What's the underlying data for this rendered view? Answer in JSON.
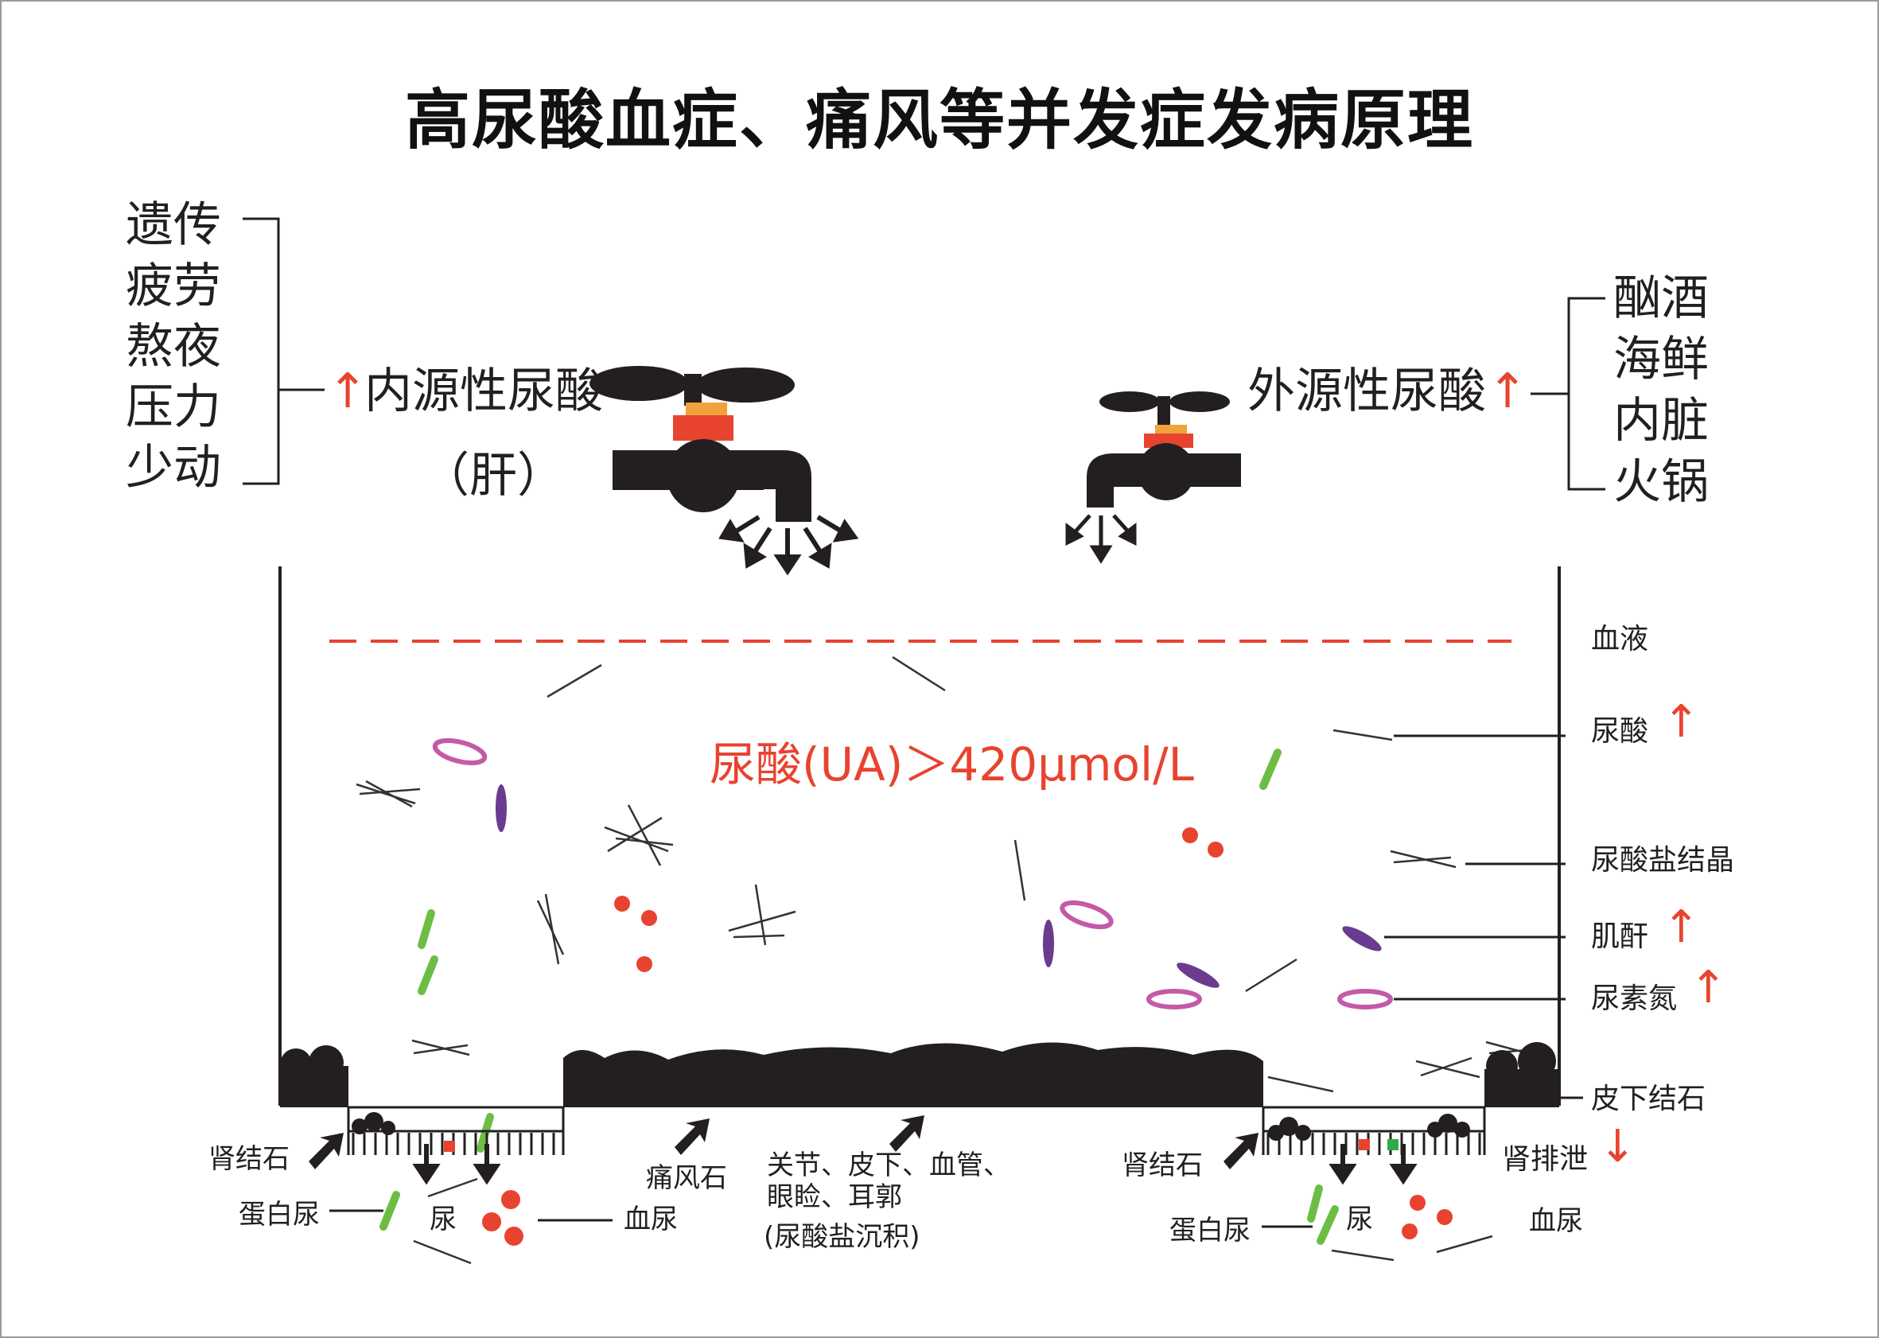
{
  "title": "高尿酸血症、痛风等并发症发病原理",
  "left": {
    "factors": [
      "遗传",
      "疲劳",
      "熬夜",
      "压力",
      "少动"
    ],
    "source": "内源性尿酸",
    "organ": "（肝）",
    "arrow": "↑"
  },
  "right": {
    "foods": [
      "酗酒",
      "海鲜",
      "内脏",
      "火锅"
    ],
    "source": "外源性尿酸",
    "arrow": "↑"
  },
  "threshold": "尿酸(UA)＞420μmol/L",
  "side_labels": {
    "blood": "血液",
    "uric_acid": "尿酸",
    "crystal": "尿酸盐结晶",
    "creatinine": "肌酐",
    "urea_nitrogen": "尿素氮",
    "tophus": "皮下结石",
    "renal_excretion": "肾排泄",
    "up": "↑",
    "down": "↓"
  },
  "bottom": {
    "kidney_stone_left": "肾结石",
    "proteinuria_left": "蛋白尿",
    "urine_left": "尿",
    "hematuria_left": "血尿",
    "gout_stone": "痛风石",
    "deposit_line1": "关节、皮下、血管、",
    "deposit_line2": "眼睑、耳郭",
    "deposit_line3": "(尿酸盐沉积)",
    "kidney_stone_right": "肾结石",
    "proteinuria_right": "蛋白尿",
    "urine_right": "尿",
    "hematuria_right": "血尿"
  },
  "colors": {
    "accent_red": "#e8432f",
    "dark": "#231f20",
    "green": "#6dbd45",
    "purple": "#6b3b8f",
    "pink": "#c45aa8"
  }
}
